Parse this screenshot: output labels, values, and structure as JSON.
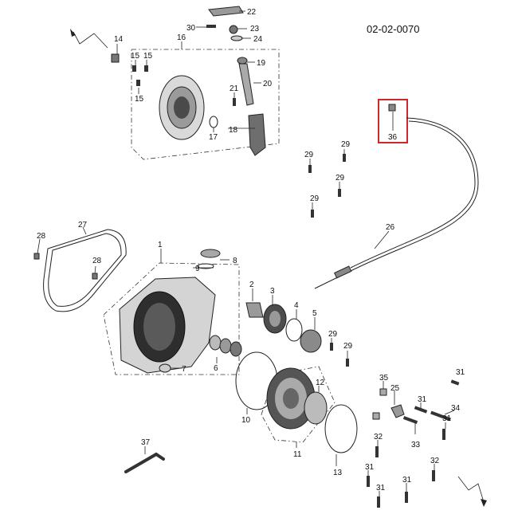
{
  "diagram_code": "02-02-0070",
  "highlight_color": "#d0262b",
  "callouts": {
    "c1": "1",
    "c2": "2",
    "c3": "3",
    "c4": "4",
    "c5": "5",
    "c6": "6",
    "c7": "7",
    "c8": "8",
    "c9": "9",
    "c10": "10",
    "c11": "11",
    "c12": "12",
    "c13": "13",
    "c14": "14",
    "c15a": "15",
    "c15b": "15",
    "c15c": "15",
    "c16": "16",
    "c17": "17",
    "c18": "18",
    "c19": "19",
    "c20": "20",
    "c21": "21",
    "c22": "22",
    "c23": "23",
    "c24": "24",
    "c25": "25",
    "c26": "26",
    "c27": "27",
    "c28a": "28",
    "c28b": "28",
    "c29a": "29",
    "c29b": "29",
    "c29c": "29",
    "c29d": "29",
    "c29e": "29",
    "c29f": "29",
    "c30": "30",
    "c31a": "31",
    "c31b": "31",
    "c31c": "31",
    "c31d": "31",
    "c31e": "31",
    "c31f": "31",
    "c32a": "32",
    "c32b": "32",
    "c33": "33",
    "c34": "34",
    "c35": "35",
    "c36": "36",
    "c37": "37"
  }
}
